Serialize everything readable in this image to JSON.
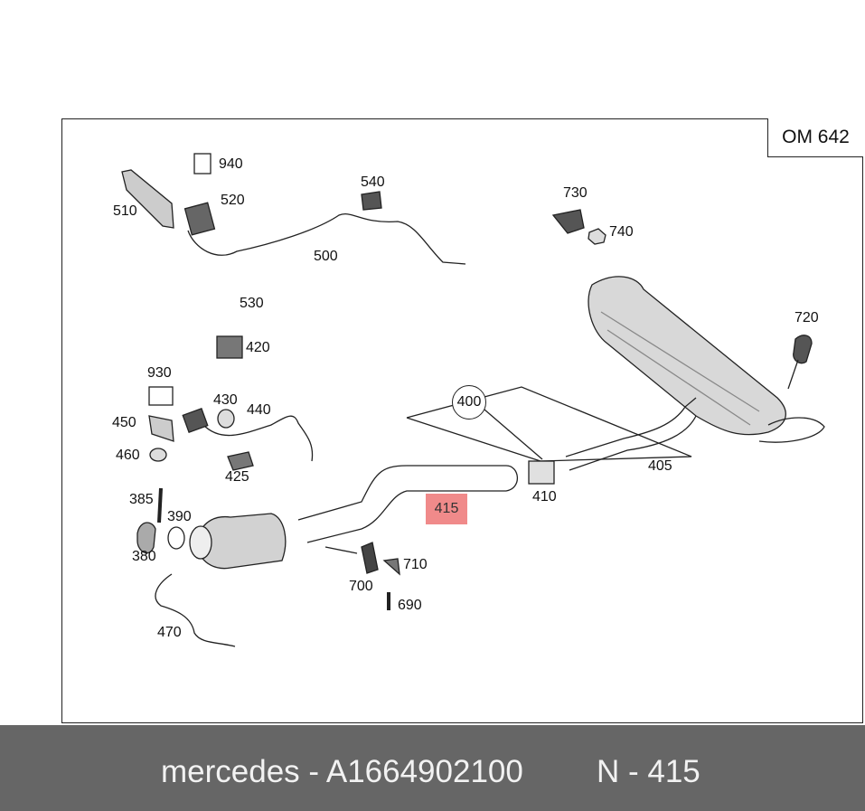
{
  "engine_code": "OM 642",
  "highlight_label": "415",
  "labels": {
    "l940": "940",
    "l510": "510",
    "l520": "520",
    "l540": "540",
    "l500": "500",
    "l530": "530",
    "l730": "730",
    "l740": "740",
    "l720": "720",
    "l420": "420",
    "l930": "930",
    "l430": "430",
    "l440": "440",
    "l450": "450",
    "l460": "460",
    "l425": "425",
    "l400": "400",
    "l405": "405",
    "l410": "410",
    "l385": "385",
    "l390": "390",
    "l380": "380",
    "l700": "700",
    "l710": "710",
    "l690": "690",
    "l470": "470"
  },
  "footer": {
    "brand_part": "mercedes - A1664902100",
    "ref": "N - 415"
  },
  "colors": {
    "highlight": "#f08a8a",
    "footer_bg": "#666666",
    "line": "#222222"
  }
}
